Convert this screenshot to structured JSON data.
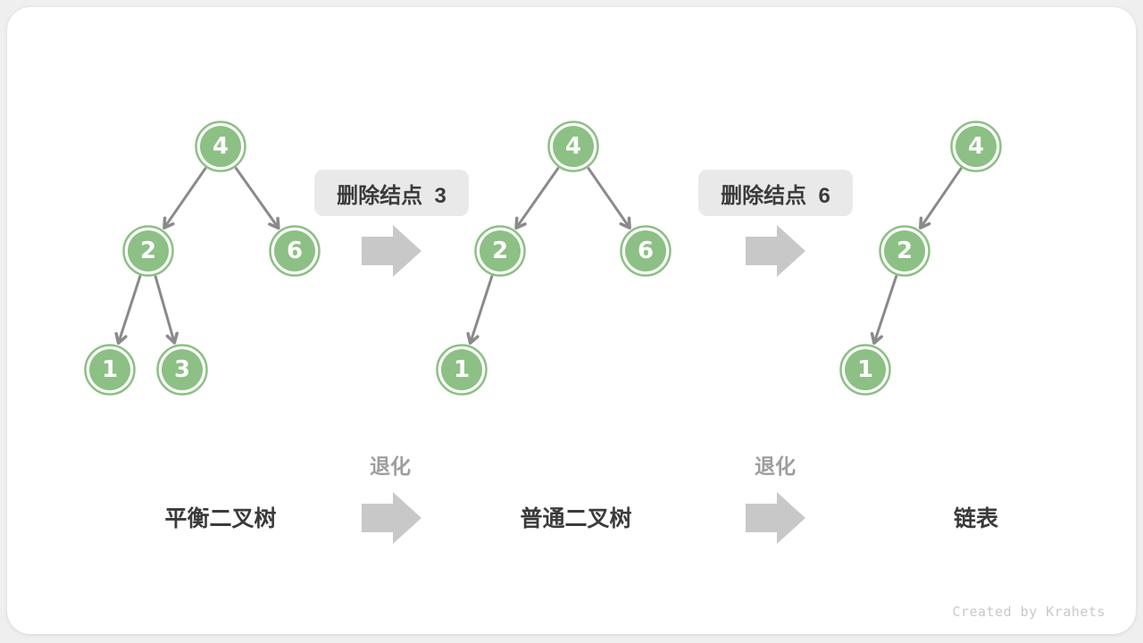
{
  "colors": {
    "page_bg": "#efefef",
    "card_bg": "#ffffff",
    "node_fill": "#8cc084",
    "node_text": "#ffffff",
    "edge": "#8a8a8a",
    "block_arrow": "#c8c8c8",
    "badge_bg": "#e9e9e9",
    "text_dark": "#3b3b3b",
    "text_gray": "#9e9e9e",
    "watermark": "#c9c9c9"
  },
  "badges": [
    {
      "label": "删除结点  3"
    },
    {
      "label": "删除结点  6"
    }
  ],
  "degrade_labels": [
    "退化",
    "退化"
  ],
  "stage_labels": [
    "平衡二叉树",
    "普通二叉树",
    "链表"
  ],
  "trees": [
    {
      "nodes": [
        {
          "value": "4"
        },
        {
          "value": "2"
        },
        {
          "value": "6"
        },
        {
          "value": "1"
        },
        {
          "value": "3"
        }
      ],
      "edges": [
        [
          "4",
          "2"
        ],
        [
          "4",
          "6"
        ],
        [
          "2",
          "1"
        ],
        [
          "2",
          "3"
        ]
      ]
    },
    {
      "nodes": [
        {
          "value": "4"
        },
        {
          "value": "2"
        },
        {
          "value": "6"
        },
        {
          "value": "1"
        }
      ],
      "edges": [
        [
          "4",
          "2"
        ],
        [
          "4",
          "6"
        ],
        [
          "2",
          "1"
        ]
      ]
    },
    {
      "nodes": [
        {
          "value": "4"
        },
        {
          "value": "2"
        },
        {
          "value": "1"
        }
      ],
      "edges": [
        [
          "4",
          "2"
        ],
        [
          "2",
          "1"
        ]
      ]
    }
  ],
  "page": {
    "watermark": "Created by Krahets"
  }
}
